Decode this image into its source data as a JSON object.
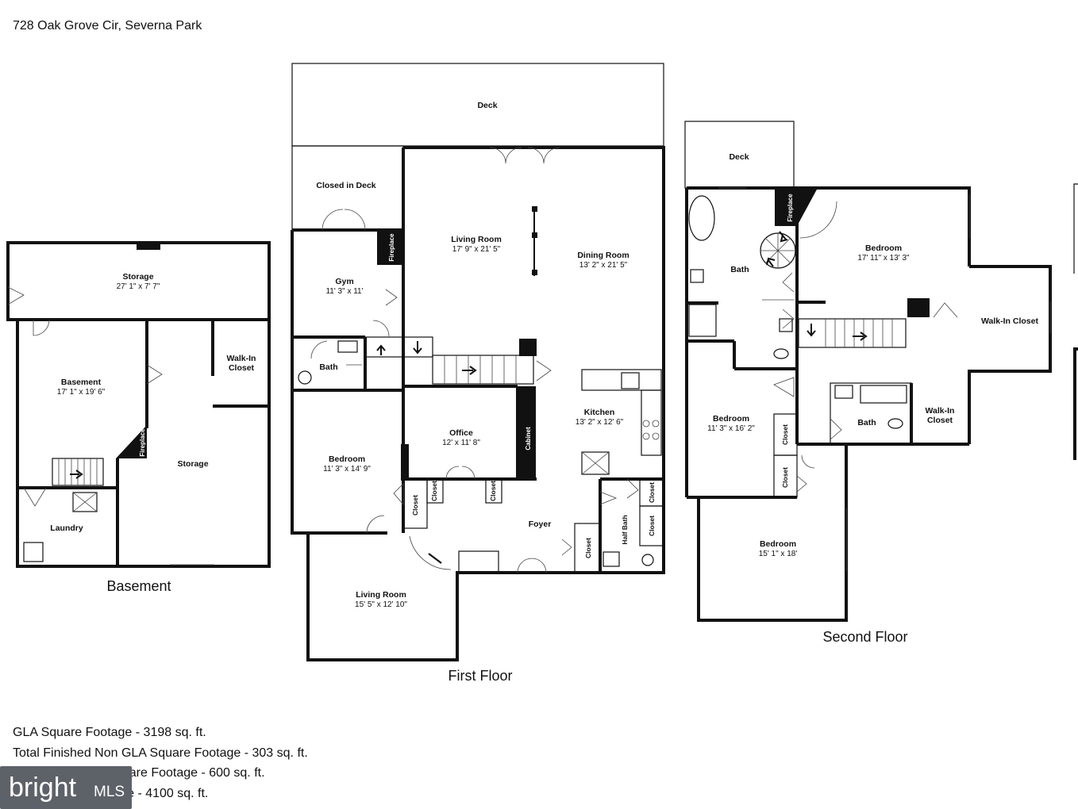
{
  "address": "728 Oak Grove Cir, Severna Park",
  "floors": {
    "basement": {
      "label": "Basement",
      "rooms": {
        "storage_top": {
          "name": "Storage",
          "dims": "27' 1\" x 7' 7\""
        },
        "basement": {
          "name": "Basement",
          "dims": "17' 1\" x 19' 6\""
        },
        "walkin_line1": "Walk-In",
        "walkin_line2": "Closet",
        "storage": {
          "name": "Storage"
        },
        "laundry": {
          "name": "Laundry"
        },
        "fireplace": "Fireplace"
      }
    },
    "first": {
      "label": "First Floor",
      "rooms": {
        "deck": {
          "name": "Deck"
        },
        "closed_deck": {
          "name": "Closed in Deck"
        },
        "living_room": {
          "name": "Living Room",
          "dims": "17' 9\" x 21' 5\""
        },
        "dining_room": {
          "name": "Dining Room",
          "dims": "13' 2\" x 21' 5\""
        },
        "gym": {
          "name": "Gym",
          "dims": "11' 3\" x 11'"
        },
        "bath": {
          "name": "Bath"
        },
        "office": {
          "name": "Office",
          "dims": "12' x 11' 8\""
        },
        "kitchen": {
          "name": "Kitchen",
          "dims": "13' 2\" x 12' 6\""
        },
        "bedroom": {
          "name": "Bedroom",
          "dims": "11' 3\" x 14' 9\""
        },
        "foyer": {
          "name": "Foyer"
        },
        "living_room_2": {
          "name": "Living Room",
          "dims": "15' 5\" x 12' 10\""
        },
        "closet": "Closet",
        "cabinet": "Cabinet",
        "half_bath": "Half Bath",
        "fireplace": "Fireplace"
      }
    },
    "second": {
      "label": "Second Floor",
      "rooms": {
        "deck": {
          "name": "Deck"
        },
        "bath_master": {
          "name": "Bath"
        },
        "bedroom_master": {
          "name": "Bedroom",
          "dims": "17' 11\" x 13' 3\""
        },
        "walkin_closet": {
          "name": "Walk-In Closet"
        },
        "bedroom_2": {
          "name": "Bedroom",
          "dims": "11' 3\" x 16' 2\""
        },
        "bath_2": {
          "name": "Bath"
        },
        "walkin_line1": "Walk-In",
        "walkin_line2": "Closet",
        "bedroom_3": {
          "name": "Bedroom",
          "dims": "15' 1\" x 18'"
        },
        "closet": "Closet",
        "fireplace": "Fireplace"
      }
    }
  },
  "stats": [
    "GLA Square Footage - 3198 sq. ft.",
    "Total Finished Non GLA Square Footage - 303 sq. ft.",
    "Total Unfinished Square Footage - 600 sq. ft.",
    "Total Square Footage - 4100 sq. ft."
  ],
  "watermark": {
    "brand": "bright",
    "suffix": "MLS"
  }
}
